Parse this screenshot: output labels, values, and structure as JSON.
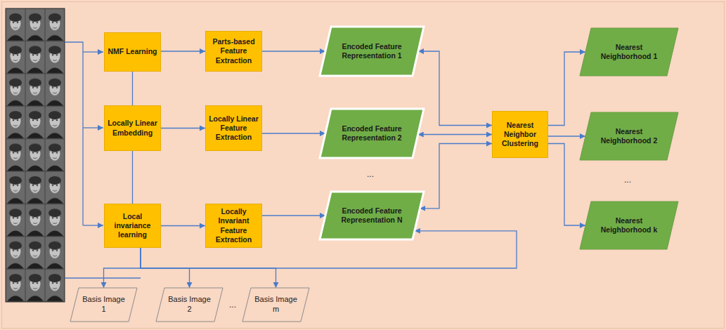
{
  "diagram": {
    "nodes": [
      {
        "text": [
          "NMF Learning"
        ]
      },
      {
        "text": [
          "Parts-based Feature Extraction"
        ]
      },
      {
        "text": [
          "Locally Linear Embedding"
        ]
      },
      {
        "text": [
          "Locally Linear Feature Extraction"
        ]
      },
      {
        "text": [
          "Local invariance learning"
        ]
      },
      {
        "text": [
          "Locally Invariant Feature Extraction"
        ]
      },
      {
        "text": [
          "Encoded Feature Representation 1"
        ]
      },
      {
        "text": [
          "Encoded Feature Representation 2"
        ]
      },
      {
        "text": [
          "Encoded Feature Representation N"
        ]
      },
      {
        "text": [
          "Nearest Neighbor Clustering"
        ]
      },
      {
        "text": [
          "Nearest Neighborhood 1"
        ]
      },
      {
        "text": [
          "Nearest Neighborhood 2"
        ]
      },
      {
        "text": [
          "Nearest Neighborhood k"
        ]
      },
      {
        "text": [
          "Basis Image 1"
        ]
      },
      {
        "text": [
          "Basis Image 2"
        ]
      },
      {
        "text": [
          "Basis Image m"
        ]
      }
    ],
    "edges": [
      {
        "from": 0,
        "to": 1,
        "arrow": "to"
      },
      {
        "from": 2,
        "to": 3,
        "arrow": "to"
      },
      {
        "from": 4,
        "to": 5,
        "arrow": "to"
      },
      {
        "from": 0,
        "to": 2,
        "arrow": "none"
      },
      {
        "from": 2,
        "to": 4,
        "arrow": "none"
      },
      {
        "from": 1,
        "to": 6,
        "arrow": "to"
      },
      {
        "from": 3,
        "to": 7,
        "arrow": "to"
      },
      {
        "from": 5,
        "to": 8,
        "arrow": "to"
      },
      {
        "from": 6,
        "to": 9,
        "arrow": "both"
      },
      {
        "from": 7,
        "to": 9,
        "arrow": "both"
      },
      {
        "from": 8,
        "to": 9,
        "arrow": "both"
      },
      {
        "from": 9,
        "to": 10,
        "arrow": "to"
      },
      {
        "from": 9,
        "to": 11,
        "arrow": "to"
      },
      {
        "from": 9,
        "to": 12,
        "arrow": "to"
      },
      {
        "from": 4,
        "to": 13,
        "arrow": "to"
      },
      {
        "from": 4,
        "to": 14,
        "arrow": "to"
      },
      {
        "from": 4,
        "to": 15,
        "arrow": "to"
      },
      {
        "from": 4,
        "to": 8,
        "arrow": "to"
      }
    ],
    "labels": [
      "...",
      "...",
      "..."
    ]
  }
}
